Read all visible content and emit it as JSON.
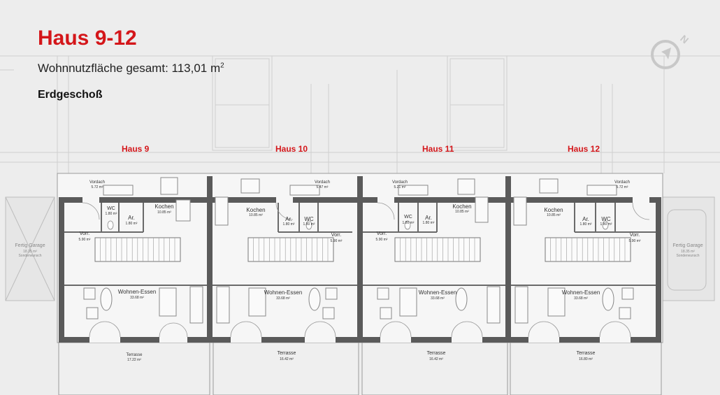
{
  "header": {
    "title": "Haus 9-12",
    "area_label": "Wohnnutzfläche gesamt: 113,01 m",
    "area_sup": "2",
    "floor": "Erdgeschoß"
  },
  "houses": [
    {
      "name": "Haus 9",
      "vordach": "Vordach",
      "vordach_area": "5.72 m²",
      "wc": "WC",
      "wc_area": "1.80 m²",
      "ar": "Ar.",
      "ar_area": "1.80 m²",
      "kochen": "Kochen",
      "kochen_area": "10.85 m²",
      "vorr": "Vorr.",
      "vorr_area": "5.90 m²",
      "wohnen": "Wohnen-Essen",
      "wohnen_area": "33.68 m²",
      "terrasse": "Terrasse",
      "terrasse_area": "17.22 m²"
    },
    {
      "name": "Haus 10",
      "vordach": "Vordach",
      "vordach_area": "5.47 m²",
      "wc": "WC",
      "wc_area": "1.80 m²",
      "ar": "Ar.",
      "ar_area": "1.80 m²",
      "kochen": "Kochen",
      "kochen_area": "10.85 m²",
      "vorr": "Vorr.",
      "vorr_area": "5.90 m²",
      "wohnen": "Wohnen-Essen",
      "wohnen_area": "33.68 m²",
      "terrasse": "Terrasse",
      "terrasse_area": "16.42 m²"
    },
    {
      "name": "Haus 11",
      "vordach": "Vordach",
      "vordach_area": "5.21 m²",
      "wc": "WC",
      "wc_area": "1.80 m²",
      "ar": "Ar.",
      "ar_area": "1.80 m²",
      "kochen": "Kochen",
      "kochen_area": "10.85 m²",
      "vorr": "Vorr.",
      "vorr_area": "5.90 m²",
      "wohnen": "Wohnen-Essen",
      "wohnen_area": "33.68 m²",
      "terrasse": "Terrasse",
      "terrasse_area": "16.42 m²"
    },
    {
      "name": "Haus 12",
      "vordach": "Vordach",
      "vordach_area": "5.72 m²",
      "wc": "WC",
      "wc_area": "1.80 m²",
      "ar": "Ar.",
      "ar_area": "1.80 m²",
      "kochen": "Kochen",
      "kochen_area": "10.85 m²",
      "vorr": "Vorr.",
      "vorr_area": "5.90 m²",
      "wohnen": "Wohnen-Essen",
      "wohnen_area": "33.68 m²",
      "terrasse": "Terrasse",
      "terrasse_area": "16.80 m²"
    }
  ],
  "garages": [
    {
      "label": "Fertig Garage",
      "area": "18.35 m²",
      "note": "Sonderwunsch"
    },
    {
      "label": "Fertig Garage",
      "area": "18.35 m²",
      "note": "Sonderwunsch"
    }
  ],
  "compass_letter": "N",
  "colors": {
    "accent": "#d4161a",
    "wall": "#555555",
    "background": "#ededed"
  }
}
